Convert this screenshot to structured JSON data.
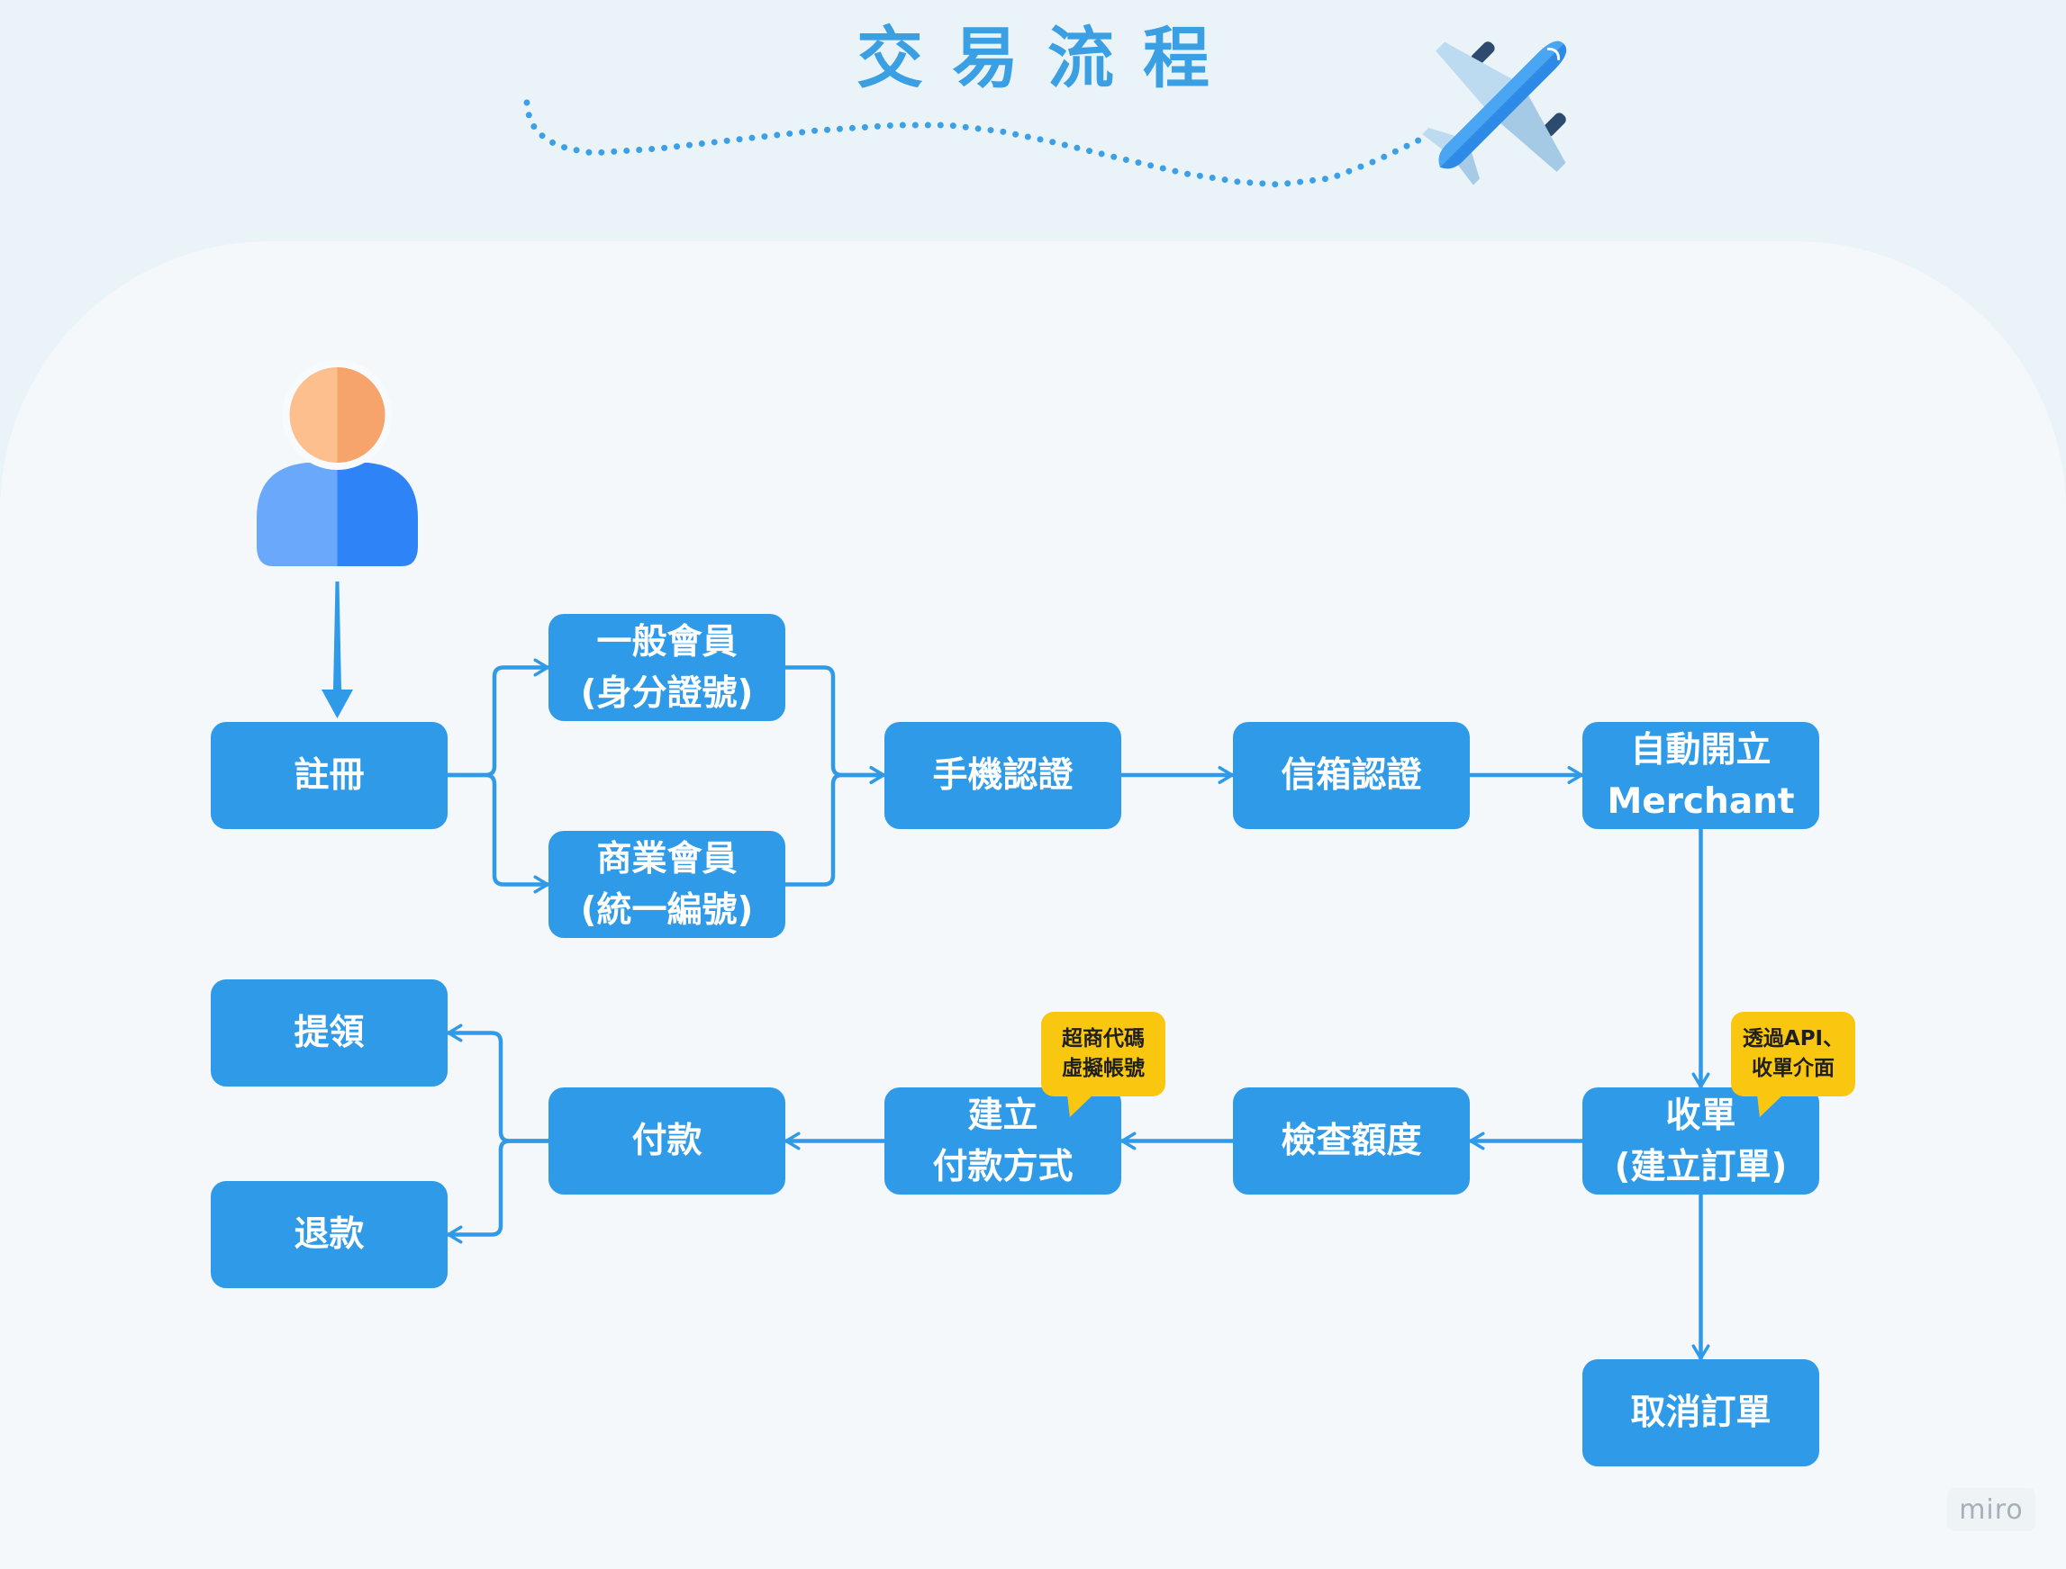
{
  "title": "交易流程",
  "nodes": {
    "register": {
      "line1": "註冊"
    },
    "general_member": {
      "line1": "一般會員",
      "line2": "(身分證號)"
    },
    "business_member": {
      "line1": "商業會員",
      "line2": "(統一編號)"
    },
    "phone_verification": {
      "line1": "手機認證"
    },
    "email_verification": {
      "line1": "信箱認證"
    },
    "auto_merchant": {
      "line1": "自動開立",
      "line2": "Merchant"
    },
    "acquiring": {
      "line1": "收單",
      "line2": "(建立訂單)"
    },
    "cancel_order": {
      "line1": "取消訂單"
    },
    "check_quota": {
      "line1": "檢查額度"
    },
    "create_payment_method": {
      "line1": "建立",
      "line2": "付款方式"
    },
    "payment": {
      "line1": "付款"
    },
    "withdrawal": {
      "line1": "提領"
    },
    "refund": {
      "line1": "退款"
    }
  },
  "notes": {
    "payment_methods": {
      "line1": "超商代碼",
      "line2": "虛擬帳號"
    },
    "acquiring_channels": {
      "line1": "透過API、",
      "line2": "收單介面"
    }
  },
  "icons": {
    "user": "user-icon",
    "airplane": "airplane-icon"
  },
  "colors": {
    "page_background": "#eaf3f8",
    "board": "#f4f8fb",
    "node": "#2f9ae8",
    "node_text": "#ffffff",
    "note": "#fac710",
    "title": "#3b9fe3",
    "connector": "#2f9ae8"
  },
  "watermark": "miro"
}
